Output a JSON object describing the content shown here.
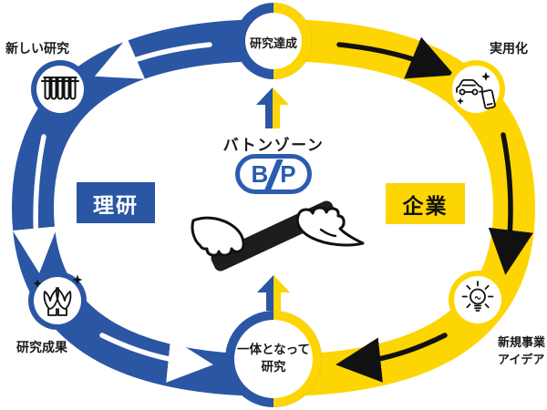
{
  "diagram": {
    "title_area": {
      "baton_zone": "バトンゾーン"
    },
    "logo": {
      "left_letter": "B",
      "right_letter": "P"
    },
    "left_side": {
      "label": "理研"
    },
    "right_side": {
      "label": "企業"
    },
    "nodes": {
      "top": {
        "label": "研究達成"
      },
      "top_left": {
        "label": "新しい研究",
        "icon": "test-tubes"
      },
      "top_right": {
        "label": "実用化",
        "icon": "car-smartphone"
      },
      "left_bottom": {
        "label": "研究成果",
        "icon": "open-hands"
      },
      "right_bottom": {
        "label_line1": "新規事業",
        "label_line2": "アイデア",
        "icon": "lightbulb"
      },
      "bottom": {
        "label_line1": "一体となって",
        "label_line2": "研究"
      }
    },
    "colors": {
      "riken_blue": "#2a56a4",
      "company_yellow": "#fdd503",
      "logo_blue": "#2b5cb0",
      "arrow_black": "#111111",
      "arrow_white": "#ffffff",
      "baton_black": "#1d1d1d"
    }
  }
}
